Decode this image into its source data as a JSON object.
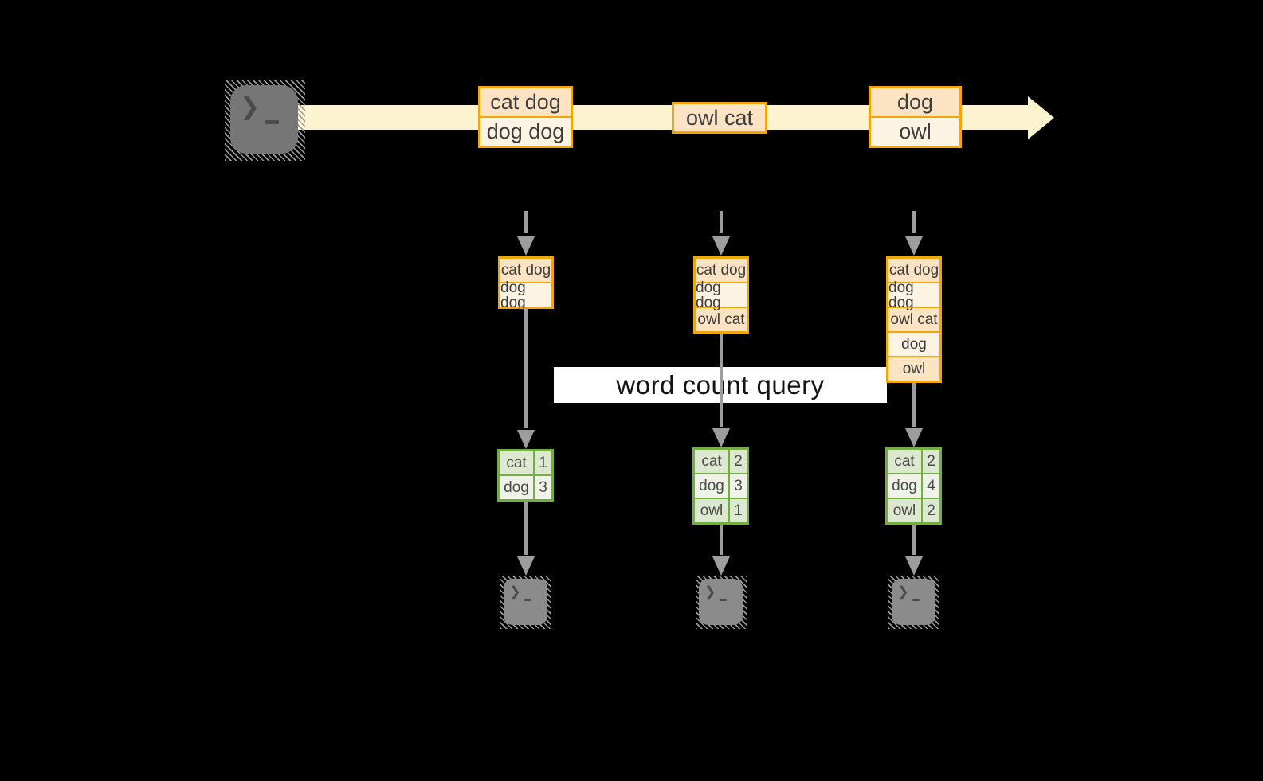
{
  "query_label": "word count query",
  "source_terminal": {
    "icon": "terminal-prompt",
    "glyph": "❯_"
  },
  "stream_records": [
    {
      "cells": [
        "cat dog",
        "dog dog"
      ]
    },
    {
      "cells": [
        "owl cat"
      ]
    },
    {
      "cells": [
        "dog",
        "owl"
      ]
    }
  ],
  "pipelines": [
    {
      "buffered_records": [
        "cat dog",
        "dog dog"
      ],
      "counts": [
        {
          "word": "cat",
          "count": "1"
        },
        {
          "word": "dog",
          "count": "3"
        }
      ]
    },
    {
      "buffered_records": [
        "cat dog",
        "dog dog",
        "owl cat"
      ],
      "counts": [
        {
          "word": "cat",
          "count": "2"
        },
        {
          "word": "dog",
          "count": "3"
        },
        {
          "word": "owl",
          "count": "1"
        }
      ]
    },
    {
      "buffered_records": [
        "cat dog",
        "dog dog",
        "owl cat",
        "dog",
        "owl"
      ],
      "counts": [
        {
          "word": "cat",
          "count": "2"
        },
        {
          "word": "dog",
          "count": "4"
        },
        {
          "word": "owl",
          "count": "2"
        }
      ]
    }
  ],
  "output_terminals": [
    {
      "icon": "terminal-prompt",
      "glyph": "❯_"
    },
    {
      "icon": "terminal-prompt",
      "glyph": "❯_"
    },
    {
      "icon": "terminal-prompt",
      "glyph": "❯_"
    }
  ],
  "colors": {
    "background": "#000000",
    "stream_band": "#fcf3d0",
    "record_border": "#f1a70b",
    "record_fill_dark": "#fbe3c3",
    "record_fill_light": "#fdf3e3",
    "table_border": "#74ad40",
    "table_fill_dark": "#dce8cf",
    "table_fill_light": "#eef2e7",
    "arrow_gray": "#9d9d9d",
    "terminal_gray": "#7b7b7b",
    "query_band_bg": "#ffffff"
  }
}
